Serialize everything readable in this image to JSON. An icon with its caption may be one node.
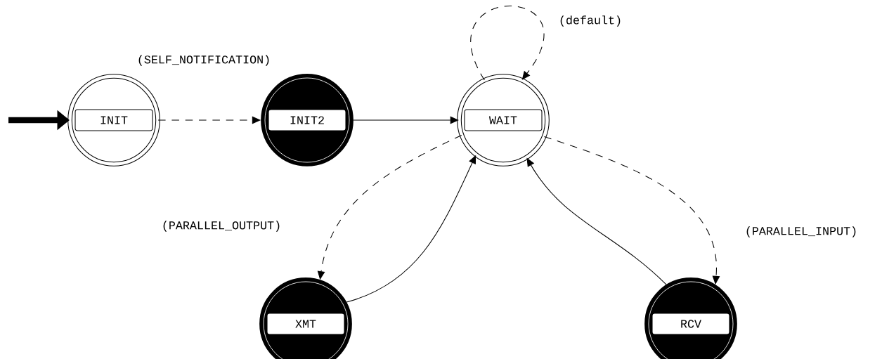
{
  "diagram": {
    "nodes": [
      {
        "text": [
          "INIT"
        ]
      },
      {
        "text": [
          "INIT2"
        ]
      },
      {
        "text": [
          "WAIT"
        ]
      },
      {
        "text": [
          "XMT"
        ]
      },
      {
        "text": [
          "RCV"
        ]
      }
    ],
    "edges": [
      {
        "from": null,
        "to": 0,
        "arrow": "to",
        "style": "thick"
      },
      {
        "from": 0,
        "to": 1,
        "arrow": "to",
        "style": "dashed",
        "label": "(SELF_NOTIFICATION)"
      },
      {
        "from": 1,
        "to": 2,
        "arrow": "to"
      },
      {
        "from": 2,
        "to": 2,
        "arrow": "to",
        "style": "dashed",
        "label": "(default)"
      },
      {
        "from": 2,
        "to": 3,
        "arrow": "to",
        "style": "dashed",
        "label": "(PARALLEL_OUTPUT)"
      },
      {
        "from": 3,
        "to": 2,
        "arrow": "to"
      },
      {
        "from": 2,
        "to": 4,
        "arrow": "to",
        "style": "dashed",
        "label": "(PARALLEL_INPUT)"
      },
      {
        "from": 4,
        "to": 2,
        "arrow": "to"
      }
    ]
  }
}
